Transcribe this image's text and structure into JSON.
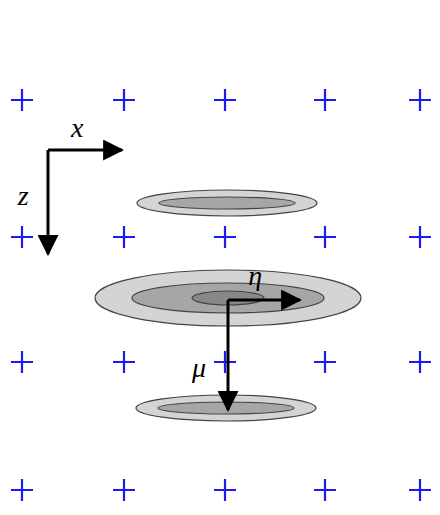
{
  "diagram": {
    "labels": [
      "x⃗",
      "z⃗",
      "η⃗",
      "μ⃗"
    ]
  }
}
